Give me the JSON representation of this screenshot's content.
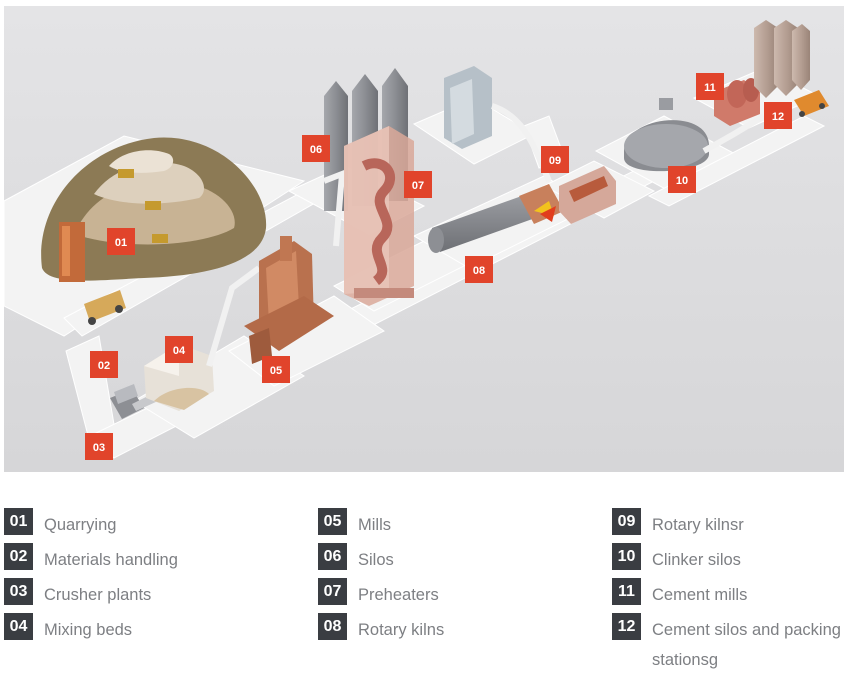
{
  "colors": {
    "scene_background": "#e1e1e3",
    "platform": "#f3f3f3",
    "badge": "#e1442b",
    "legend_number_bg": "#3a3d42",
    "legend_text": "#7d7f83",
    "machinery": "#c9876a",
    "silo": "#8f9196"
  },
  "scene": {
    "badges": [
      "01",
      "02",
      "03",
      "04",
      "05",
      "06",
      "07",
      "08",
      "09",
      "10",
      "11",
      "12"
    ]
  },
  "legend": {
    "items": [
      {
        "num": "01",
        "label": "Quarrying"
      },
      {
        "num": "02",
        "label": "Materials handling"
      },
      {
        "num": "03",
        "label": "Crusher plants"
      },
      {
        "num": "04",
        "label": "Mixing beds"
      },
      {
        "num": "05",
        "label": "Mills"
      },
      {
        "num": "06",
        "label": "Silos"
      },
      {
        "num": "07",
        "label": "Preheaters"
      },
      {
        "num": "08",
        "label": "Rotary kilns"
      },
      {
        "num": "09",
        "label": "Rotary kilnsr"
      },
      {
        "num": "10",
        "label": "Clinker silos"
      },
      {
        "num": "11",
        "label": "Cement mills"
      },
      {
        "num": "12",
        "label": "Cement silos and packing stationsg"
      }
    ]
  }
}
